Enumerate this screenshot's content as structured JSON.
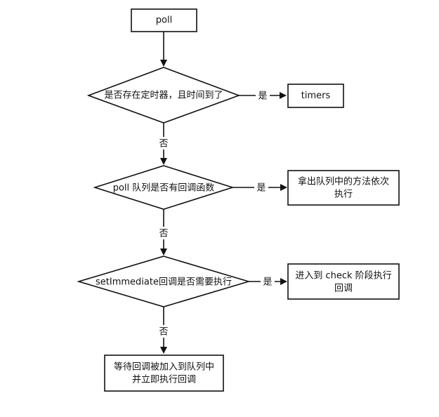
{
  "diagram": {
    "start": {
      "label": "poll"
    },
    "decisions": [
      {
        "label": "是否存在定时器，且时间到了",
        "yes_label": "是",
        "no_label": "否"
      },
      {
        "label": "poll 队列是否有回调函数",
        "yes_label": "是",
        "no_label": "否"
      },
      {
        "label": "setImmediate回调是否需要执行",
        "yes_label": "是",
        "no_label": "否"
      }
    ],
    "outcomes": [
      {
        "lines": [
          "timers"
        ]
      },
      {
        "lines": [
          "拿出队列中的方法依次",
          "执行"
        ]
      },
      {
        "lines": [
          "进入到 check 阶段执行",
          "回调"
        ]
      }
    ],
    "final": {
      "lines": [
        "等待回调被加入到队列中",
        "并立即执行回调"
      ]
    }
  }
}
